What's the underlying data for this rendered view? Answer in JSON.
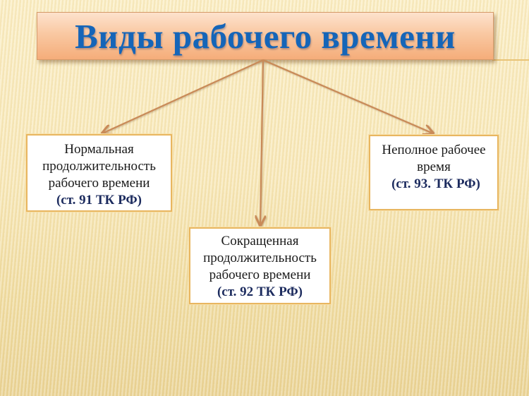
{
  "title": "Виды рабочего времени",
  "colors": {
    "title_text": "#1565b8",
    "title_box_top": "#fde2cd",
    "title_box_bottom": "#f5ad7a",
    "arrow": "#c98a58",
    "box_border": "#e8b660",
    "reference_text": "#1c2b5e",
    "background": "#f8e8b8"
  },
  "nodes": [
    {
      "id": "normal",
      "lines": [
        "Нормальная",
        "продолжительность",
        "рабочего времени"
      ],
      "reference": "(ст. 91 ТК РФ)"
    },
    {
      "id": "reduced",
      "lines": [
        "Сокращенная",
        "продолжительность",
        "рабочего времени"
      ],
      "reference": "(ст. 92 ТК РФ)"
    },
    {
      "id": "part-time",
      "lines": [
        "Неполное рабочее",
        "время"
      ],
      "reference": "(ст. 93. ТК РФ)"
    }
  ],
  "edges": [
    {
      "from": "title",
      "to": "normal"
    },
    {
      "from": "title",
      "to": "reduced"
    },
    {
      "from": "title",
      "to": "part-time"
    }
  ]
}
